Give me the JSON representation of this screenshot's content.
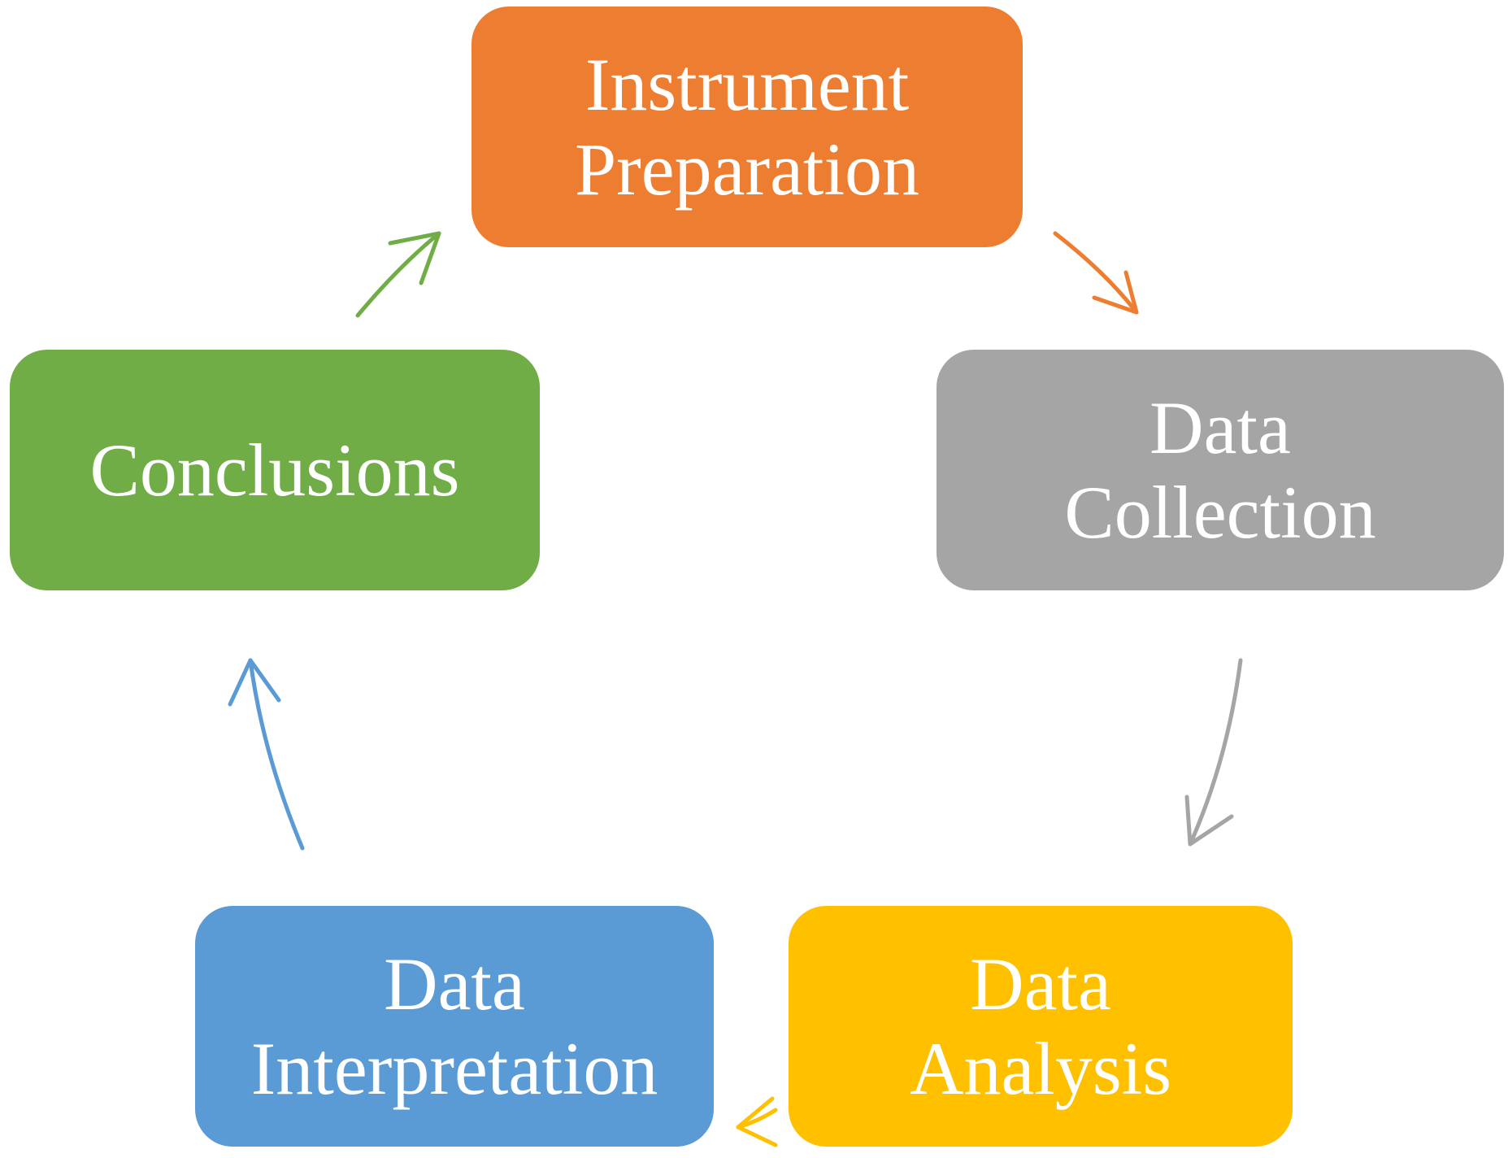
{
  "nodes": [
    {
      "id": "instrument",
      "lines": [
        "Instrument",
        "Preparation"
      ],
      "color": "#ED7D31"
    },
    {
      "id": "collection",
      "lines": [
        "Data",
        "Collection"
      ],
      "color": "#A5A5A5"
    },
    {
      "id": "analysis",
      "lines": [
        "Data",
        "Analysis"
      ],
      "color": "#FFC000"
    },
    {
      "id": "interpretation",
      "lines": [
        "Data",
        "Interpretation"
      ],
      "color": "#5B9BD5"
    },
    {
      "id": "conclusions",
      "lines": [
        "Conclusions"
      ],
      "color": "#70AD47"
    }
  ],
  "arrows": [
    {
      "from": "instrument",
      "to": "collection",
      "color": "#ED7D31"
    },
    {
      "from": "collection",
      "to": "analysis",
      "color": "#A5A5A5"
    },
    {
      "from": "analysis",
      "to": "interpretation",
      "color": "#FFC000"
    },
    {
      "from": "interpretation",
      "to": "conclusions",
      "color": "#5B9BD5"
    },
    {
      "from": "conclusions",
      "to": "instrument",
      "color": "#70AD47"
    }
  ]
}
